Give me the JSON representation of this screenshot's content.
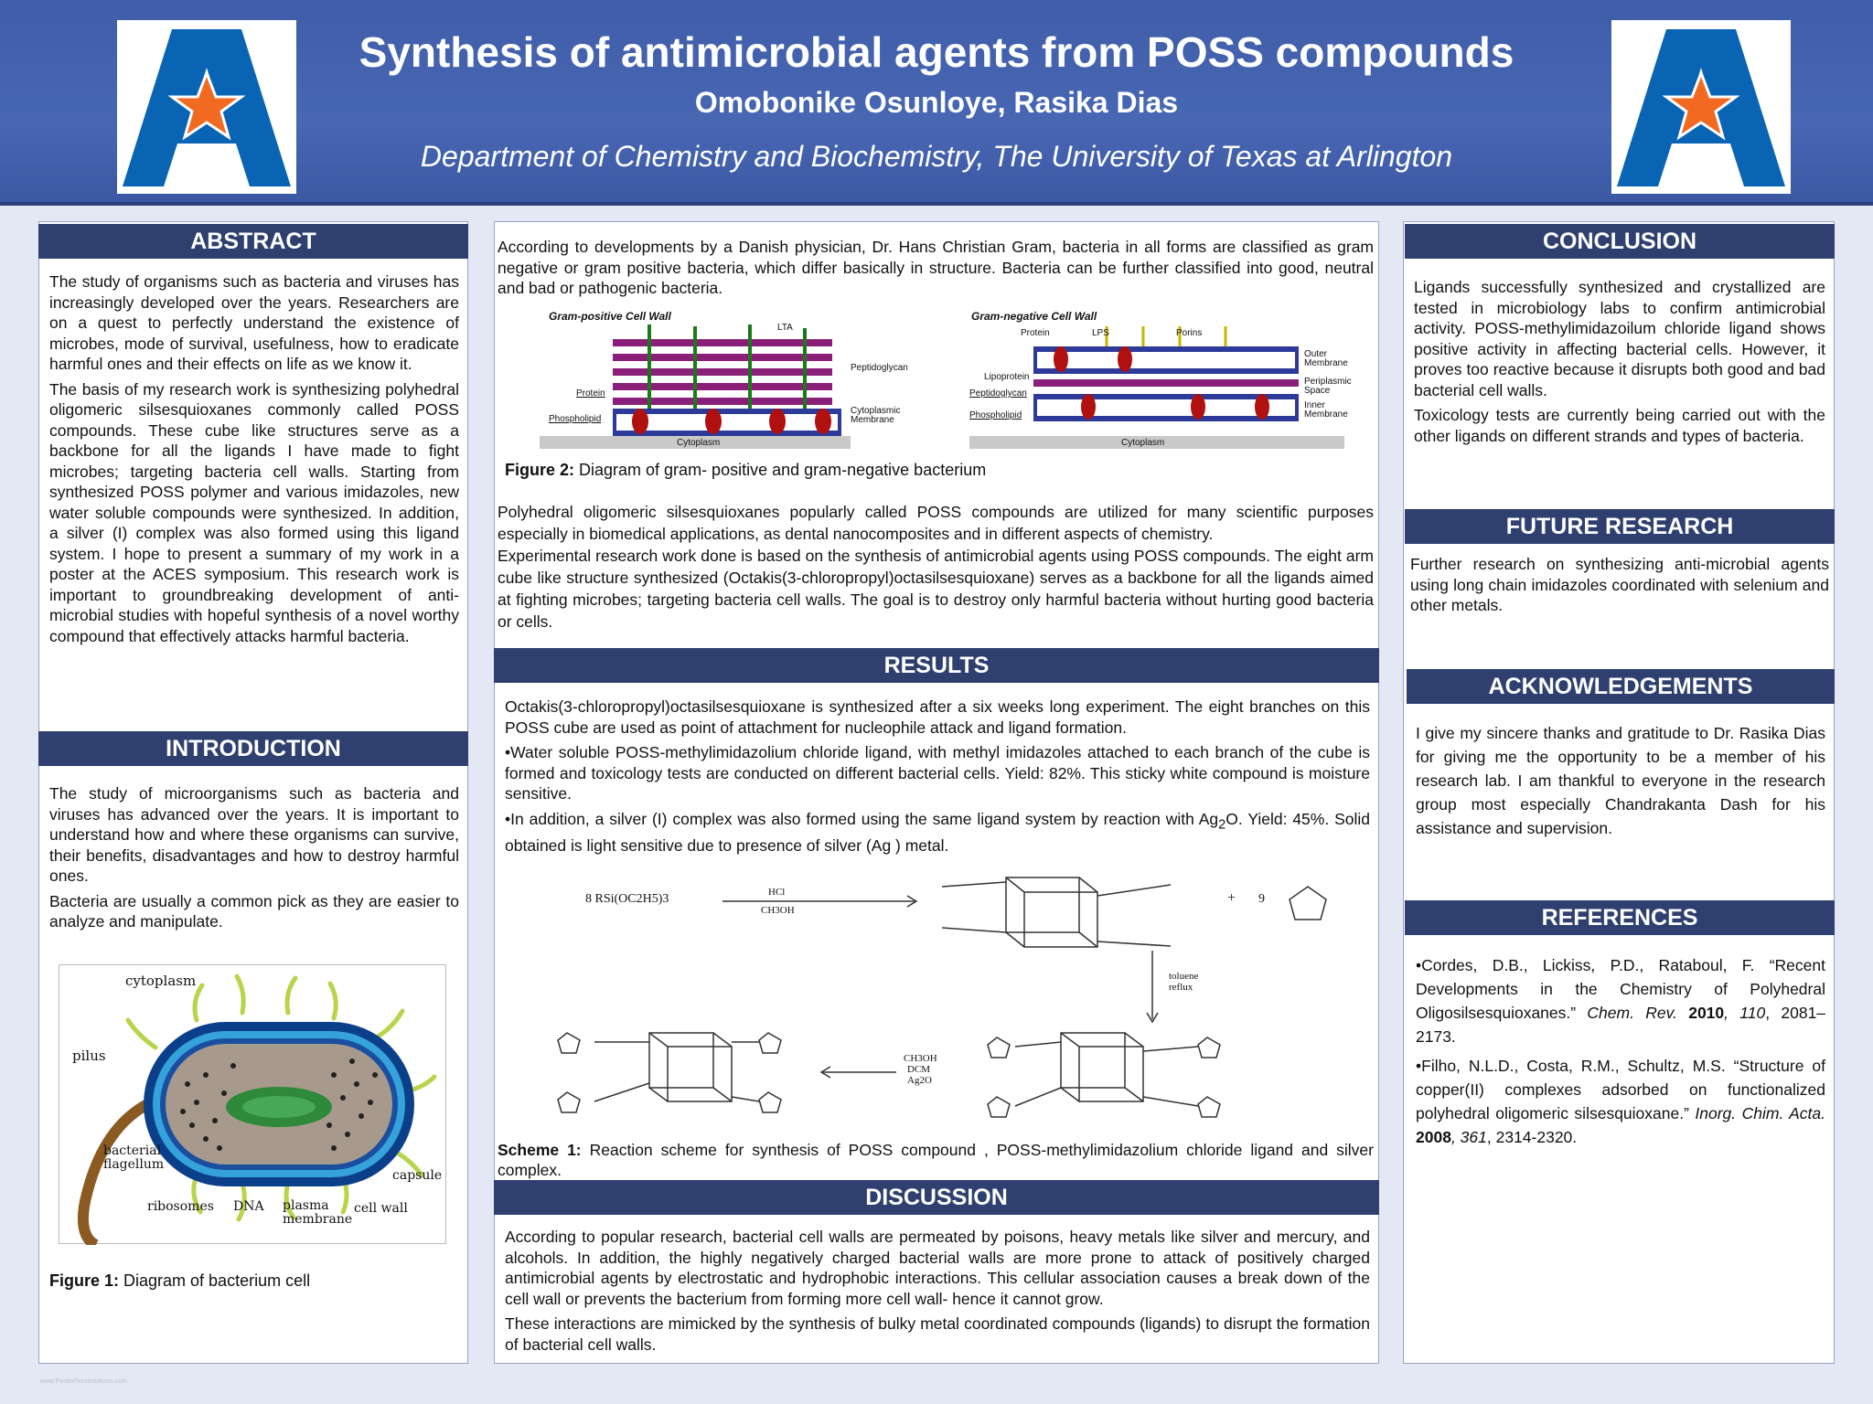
{
  "header": {
    "title": "Synthesis of antimicrobial agents from POSS compounds",
    "authors": "Omobonike Osunloye, Rasika Dias",
    "department": "Department of Chemistry and Biochemistry, The University of Texas at Arlington",
    "logo_letter": "A"
  },
  "abstract": {
    "heading": "ABSTRACT",
    "p1": "The study of organisms such as bacteria and viruses has increasingly developed over the years. Researchers are on a quest to perfectly understand the existence of microbes, mode of survival, usefulness, how to eradicate harmful ones and their effects on life as we know it.",
    "p2": "The basis of my research work is synthesizing polyhedral oligomeric silsesquioxanes commonly called POSS compounds. These cube like structures serve as a backbone for all the ligands I have made to fight microbes; targeting bacteria cell walls. Starting from synthesized POSS polymer and various imidazoles, new water soluble compounds were synthesized. In addition, a silver (I) complex was also formed using this ligand system. I hope to present a summary of my work in a poster at the ACES symposium. This research work is important to groundbreaking development of anti-microbial studies with hopeful synthesis of a novel worthy compound that effectively attacks harmful bacteria."
  },
  "introduction": {
    "heading": "INTRODUCTION",
    "p1": "The study of microorganisms such as bacteria and viruses has advanced over the years. It is important to understand how and where these organisms can survive, their benefits, disadvantages and how to destroy harmful ones.",
    "p2": "Bacteria are usually a common pick as they are easier to analyze and manipulate.",
    "fig1_labels": {
      "cytoplasm": "cytoplasm",
      "pilus": "pilus",
      "flagellum": "bacterial flagellum",
      "ribosomes": "ribosomes",
      "dna": "DNA",
      "plasma": "plasma membrane",
      "cellwall": "cell wall",
      "capsule": "capsule"
    },
    "fig1_caption_label": "Figure 1:",
    "fig1_caption": " Diagram of bacterium cell"
  },
  "middle": {
    "intro_text": "According to developments by a Danish physician, Dr. Hans Christian Gram, bacteria in all forms are classified as gram negative or gram positive bacteria, which differ basically in structure. Bacteria can be further classified into good, neutral and bad or pathogenic bacteria.",
    "fig2": {
      "gp_title": "Gram-positive Cell Wall",
      "gn_title": "Gram-negative Cell Wall",
      "lta": "LTA",
      "peptidoglycan": "Peptidoglycan",
      "protein": "Protein",
      "phospholipid": "Phospholipid",
      "cytoplasmic": "Cytoplasmic Membrane",
      "cytoplasm": "Cytoplasm",
      "lps": "LPS",
      "porins": "Porins",
      "outer": "Outer Membrane",
      "lipoprotein": "Lipoprotein",
      "periplasmic": "Periplasmic Space",
      "inner": "Inner Membrane"
    },
    "fig2_caption_label": "Figure 2:",
    "fig2_caption": " Diagram of gram- positive and gram-negative bacterium",
    "poss_p1": "Polyhedral oligomeric silsesquioxanes popularly called POSS compounds are utilized for many scientific purposes especially in biomedical applications, as dental nanocomposites and in different aspects of chemistry.",
    "poss_p2": "Experimental research work done is based on the synthesis of  antimicrobial agents using POSS compounds. The eight arm cube like structure synthesized (Octakis(3-chloropropyl)octasilsesquioxane) serves as a backbone for all the ligands aimed at fighting microbes; targeting bacteria cell walls. The goal is to destroy only harmful bacteria without hurting good bacteria or cells."
  },
  "results": {
    "heading": "RESULTS",
    "p1": "Octakis(3-chloropropyl)octasilsesquioxane is synthesized after a six weeks long experiment. The eight branches on this POSS cube are used as point of attachment for nucleophile attack and ligand formation.",
    "p2": "•Water soluble POSS-methylimidazolium chloride ligand, with methyl imidazoles attached to each branch of the cube is formed and toxicology tests are conducted on different bacterial cells. Yield: 82%. This sticky white compound is moisture sensitive.",
    "p3_a": "•In addition, a silver (I) complex was also formed using the same ligand system by reaction with Ag",
    "p3_sub": "2",
    "p3_b": "O. Yield: 45%. Solid obtained is light sensitive due to presence of silver (Ag ) metal.",
    "scheme": {
      "reactant": "8 RSi(OC2H5)3",
      "cond1_top": "HCl",
      "cond1_bot": "CH3OH",
      "plus": "+",
      "nine": "9",
      "cond2": "toluene reflux",
      "cond3_a": "CH3OH",
      "cond3_b": "DCM",
      "cond3_c": "Ag2O"
    },
    "scheme_caption_label": "Scheme 1:",
    "scheme_caption": " Reaction scheme for synthesis of POSS compound , POSS-methylimidazolium chloride ligand and silver complex."
  },
  "discussion": {
    "heading": "DISCUSSION",
    "p1": "According to popular research, bacterial cell walls are permeated by poisons, heavy metals like silver and mercury, and alcohols. In addition, the highly negatively charged bacterial walls are more prone to attack of positively charged antimicrobial agents by electrostatic and hydrophobic interactions. This cellular association causes a break down of the cell wall or prevents the bacterium from forming more cell wall- hence it cannot grow.",
    "p2": "These interactions are mimicked by the synthesis of bulky metal coordinated compounds (ligands) to disrupt the formation of bacterial cell walls."
  },
  "conclusion": {
    "heading": "CONCLUSION",
    "p1": "Ligands successfully synthesized and crystallized are tested in microbiology labs to confirm antimicrobial activity. POSS-methylimidazoilum chloride ligand shows positive activity in affecting bacterial cells. However, it proves too reactive because it disrupts both good and bad bacterial cell walls.",
    "p2": "Toxicology tests are currently being carried out with the other ligands on different strands and types of bacteria."
  },
  "future": {
    "heading": "FUTURE RESEARCH",
    "p1": "Further research on synthesizing anti-microbial agents using long chain imidazoles coordinated with selenium and other metals."
  },
  "acknowledgements": {
    "heading": "ACKNOWLEDGEMENTS",
    "p1": "I give my sincere thanks and gratitude to Dr. Rasika Dias for giving me the opportunity to be a member of his research lab. I  am thankful to everyone in the research group most especially Chandrakanta Dash for his assistance and supervision."
  },
  "references": {
    "heading": "REFERENCES",
    "r1_a": "•Cordes, D.B., Lickiss, P.D., Rataboul, F. “Recent Developments in the Chemistry of Polyhedral Oligosilsesquioxanes.” ",
    "r1_journal": "Chem. Rev.",
    "r1_year": " 2010",
    "r1_vol": ", 110",
    "r1_pages": ", 2081–2173.",
    "r2_a": "•Filho, N.L.D., Costa, R.M., Schultz, M.S. “Structure of copper(II) complexes adsorbed on functionalized polyhedral oligomeric silsesquioxane.” ",
    "r2_journal": "Inorg. Chim. Acta.",
    "r2_year": " 2008",
    "r2_vol": ", 361",
    "r2_pages": ", 2314-2320."
  },
  "colors": {
    "header_bg": "#4464b0",
    "section_bar": "#2e3f70",
    "logo_blue": "#0a64b4",
    "logo_orange": "#f26a21"
  }
}
